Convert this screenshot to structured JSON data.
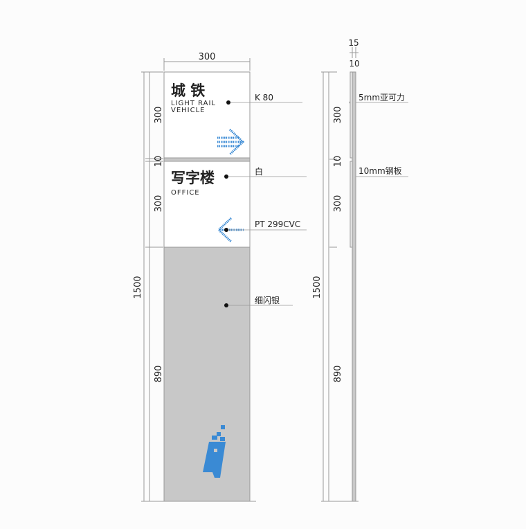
{
  "colors": {
    "panel_gray": "#c8c8c8",
    "arrow_blue": "#3a8ad4",
    "line": "#888888"
  },
  "front": {
    "width_dim": "300",
    "sign1": {
      "cn": "城 铁",
      "en1": "LIGHT RAIL",
      "en2": "VEHICLE",
      "arrow": "right-arrow-icon"
    },
    "sign2": {
      "cn": "写字楼",
      "en": "OFFICE",
      "arrow": "left-arrow-icon"
    },
    "dims": {
      "panel1": "300",
      "gap": "10",
      "panel2": "300",
      "base": "890",
      "total": "1500"
    }
  },
  "callouts": {
    "sign1": "K 80",
    "sign2": "白",
    "arrow": "PT 299CVC",
    "base": "细闪银"
  },
  "side": {
    "dim_top1": "15",
    "dim_top2": "10",
    "dims": {
      "panel1": "300",
      "gap": "10",
      "panel2": "300",
      "base": "890",
      "total": "1500"
    },
    "callouts": {
      "acrylic": "5mm亚可力",
      "steel": "10mm钢板"
    }
  }
}
